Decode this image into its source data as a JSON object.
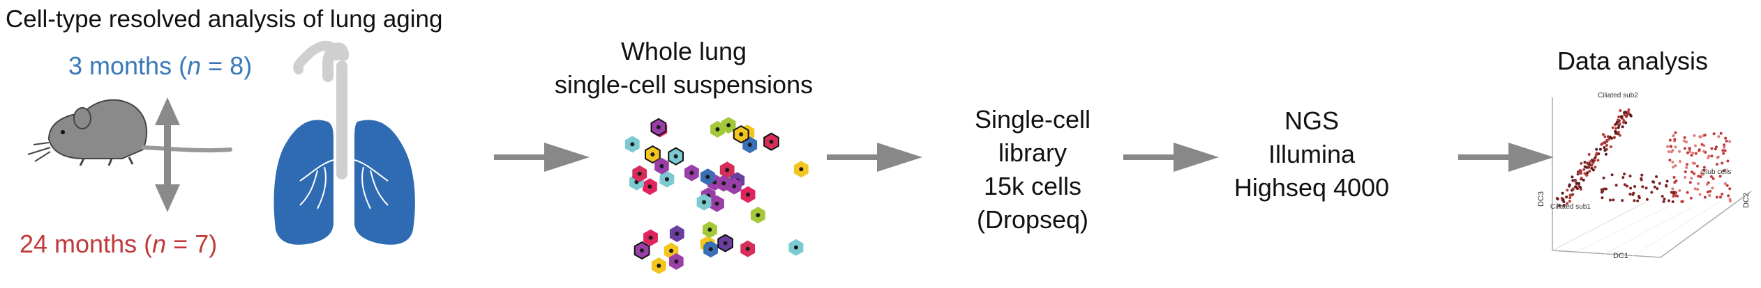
{
  "title": "Cell-type resolved analysis of lung aging",
  "groups": {
    "young": {
      "label": "3 months",
      "n_label": "n",
      "n_value": "= 8)",
      "open": "(",
      "color": "#3a78b8"
    },
    "old": {
      "label": "24 months",
      "n_label": "n",
      "n_value": "= 7)",
      "open": "(",
      "color": "#c0393b"
    }
  },
  "steps": {
    "suspension": {
      "line1": "Whole lung",
      "line2": "single-cell suspensions"
    },
    "library": {
      "line1": "Single-cell",
      "line2": "library",
      "line3": "15k cells",
      "line4": "(Dropseq)"
    },
    "ngs": {
      "line1": "NGS",
      "line2": "Illumina",
      "line3": "Highseq 4000"
    },
    "analysis": {
      "line1": "Data analysis"
    }
  },
  "plot": {
    "cluster_labels": {
      "top": "Ciliated sub2",
      "right": "Club cells",
      "left": "Ciliated sub1"
    },
    "axes": {
      "x": "DC1",
      "y": "DC3",
      "z": "DC2"
    }
  },
  "colors": {
    "arrow": "#888888",
    "lung": "#2f6bb3",
    "mouse": "#8a8a8a",
    "trachea": "#cfcfcf"
  }
}
